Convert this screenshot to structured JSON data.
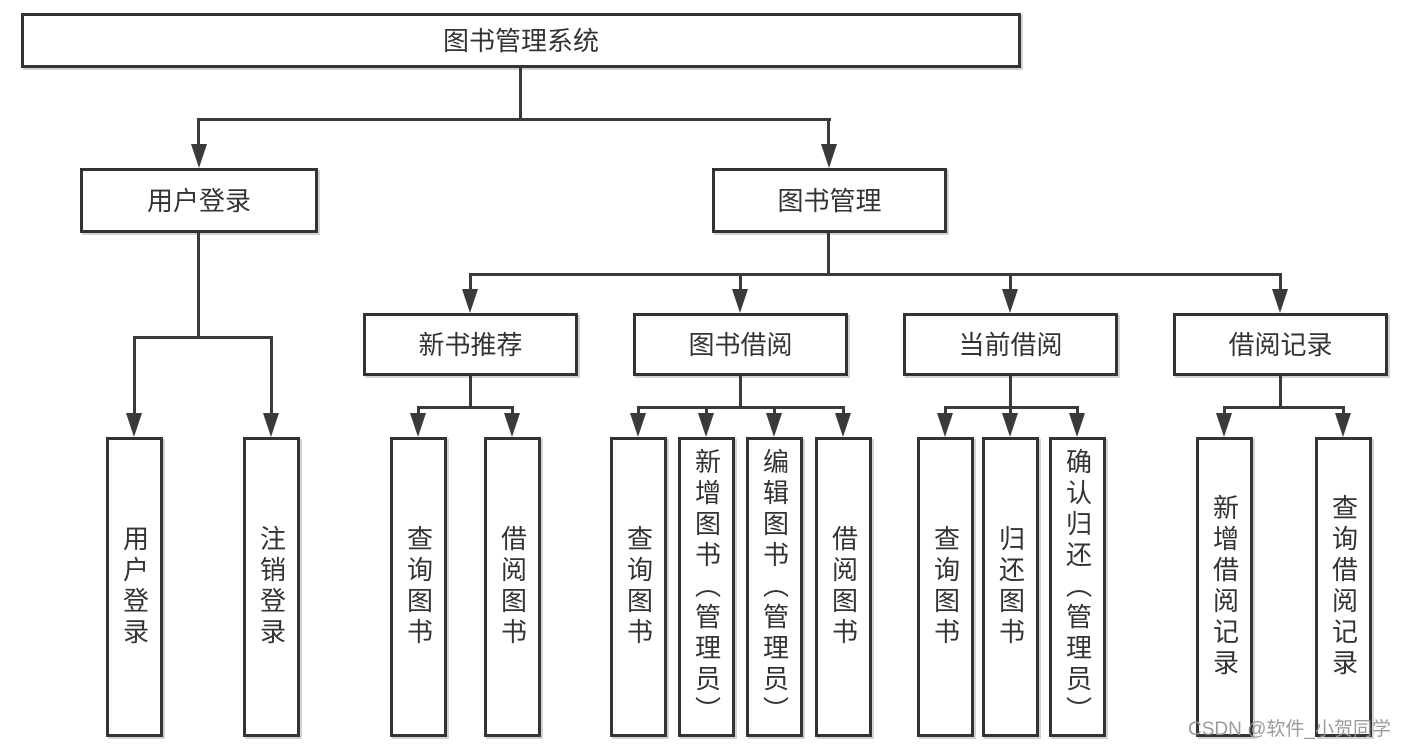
{
  "diagram": {
    "title": "图书管理系统",
    "branches": [
      {
        "label": "用户登录",
        "children": [
          {
            "label": "用户登录"
          },
          {
            "label": "注销登录"
          }
        ]
      },
      {
        "label": "图书管理",
        "children": [
          {
            "label": "新书推荐",
            "children": [
              {
                "label": "查询图书"
              },
              {
                "label": "借阅图书"
              }
            ]
          },
          {
            "label": "图书借阅",
            "children": [
              {
                "label": "查询图书"
              },
              {
                "label": "新增图书（管理员）"
              },
              {
                "label": "编辑图书（管理员）"
              },
              {
                "label": "借阅图书"
              }
            ]
          },
          {
            "label": "当前借阅",
            "children": [
              {
                "label": "查询图书"
              },
              {
                "label": "归还图书"
              },
              {
                "label": "确认归还（管理员）"
              }
            ]
          },
          {
            "label": "借阅记录",
            "children": [
              {
                "label": "新增借阅记录"
              },
              {
                "label": "查询借阅记录"
              }
            ]
          }
        ]
      }
    ]
  },
  "watermark": {
    "text": "CSDN @软件_小贺同学"
  },
  "colors": {
    "line": "#3a3a3a",
    "border": "#333333",
    "text": "#333333",
    "watermark": "#969696",
    "background": "#ffffff"
  }
}
